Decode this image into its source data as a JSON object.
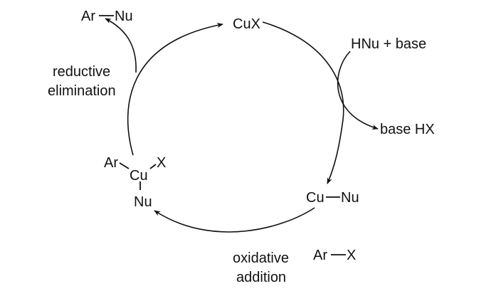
{
  "diagram": {
    "species": {
      "product_ar": "Ar",
      "product_nu": "Nu",
      "catalyst": "CuX",
      "reagents_in": "HNu + base",
      "byproduct": "base HX",
      "cu_nu_cu": "Cu",
      "cu_nu_nu": "Nu",
      "substrate_ar": "Ar",
      "substrate_x": "X",
      "intermediate_ar": "Ar",
      "intermediate_cu": "Cu",
      "intermediate_x": "X",
      "intermediate_nu": "Nu"
    },
    "steps": {
      "reductive_line1": "reductive",
      "reductive_line2": "elimination",
      "oxidative_line1": "oxidative",
      "oxidative_line2": "addition"
    }
  }
}
